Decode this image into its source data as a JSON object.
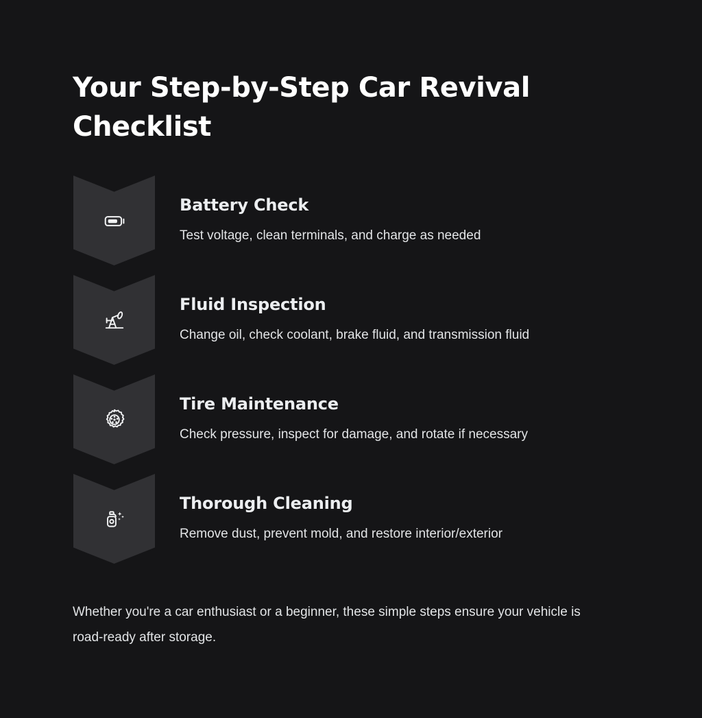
{
  "headline": "Your Step-by-Step Car Revival Checklist",
  "theme": {
    "background": "#151517",
    "badge_fill": "#313134",
    "heading_color": "#ffffff",
    "title_color": "#eceef0",
    "body_color": "#e2e4e6",
    "icon_color": "#f2f3f4"
  },
  "steps": [
    {
      "icon": "battery-icon",
      "title": "Battery Check",
      "description": "Test voltage, clean terminals, and charge as needed"
    },
    {
      "icon": "oil-pumpjack-icon",
      "title": "Fluid Inspection",
      "description": "Change oil, check coolant, brake fluid, and transmission fluid"
    },
    {
      "icon": "tire-icon",
      "title": "Tire Maintenance",
      "description": "Check pressure, inspect for damage, and rotate if necessary"
    },
    {
      "icon": "spray-bottle-sparkle-icon",
      "title": "Thorough Cleaning",
      "description": "Remove dust, prevent mold, and restore interior/exterior"
    }
  ],
  "footnote": "Whether you're a car enthusiast or a beginner, these simple steps ensure your vehicle is road-ready after storage."
}
